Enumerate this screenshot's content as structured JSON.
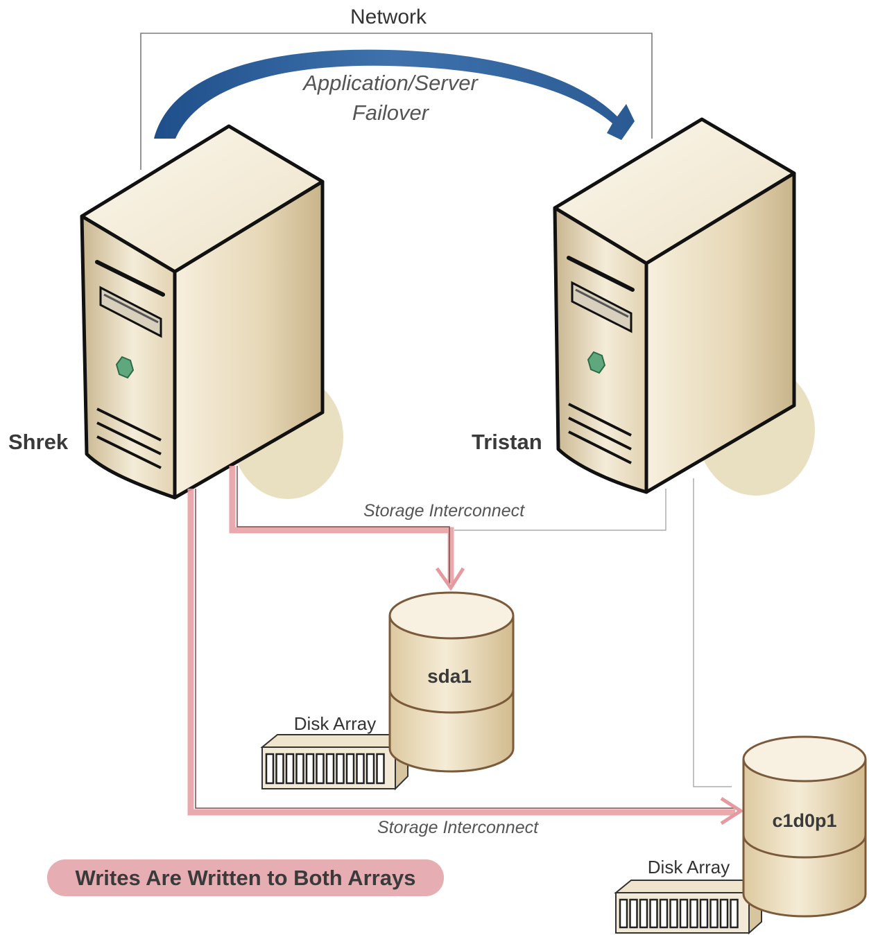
{
  "diagram": {
    "network_label": "Network",
    "failover_label_line1": "Application/Server",
    "failover_label_line2": "Failover",
    "servers": [
      {
        "name": "Shrek"
      },
      {
        "name": "Tristan"
      }
    ],
    "storage_interconnect_label_1": "Storage Interconnect",
    "storage_interconnect_label_2": "Storage Interconnect",
    "volumes": [
      {
        "name": "sda1",
        "array_label": "Disk Array"
      },
      {
        "name": "c1d0p1",
        "array_label": "Disk Array"
      }
    ],
    "banner": "Writes Are Written to Both Arrays"
  },
  "colors": {
    "arrow_blue": "#2e5f99",
    "server_beige": "#ece0c4",
    "server_shadow": "#e9dfc1",
    "write_path_red": "#e59a9f",
    "banner_pink": "#e6aeb3",
    "led_green": "#5fa87e"
  }
}
